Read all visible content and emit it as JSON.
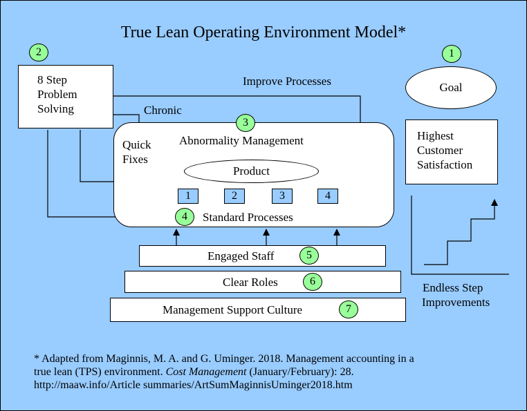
{
  "title": "True Lean Operating Environment Model*",
  "badges": {
    "n1": "1",
    "n2": "2",
    "n3": "3",
    "n4": "4",
    "n5": "5",
    "n6": "6",
    "n7": "7"
  },
  "problem_solving": {
    "line1": "8 Step",
    "line2": "Problem",
    "line3": "Solving"
  },
  "goal": "Goal",
  "customer": {
    "line1": "Highest",
    "line2": "Customer",
    "line3": "Satisfaction"
  },
  "labels": {
    "improve_processes": "Improve Processes",
    "chronic": "Chronic",
    "quick": "Quick",
    "fixes": "Fixes",
    "abnormality_management": "Abnormality Management",
    "product": "Product",
    "standard_processes": "Standard Processes",
    "endless_line1": "Endless Step",
    "endless_line2": "Improvements"
  },
  "steps": [
    "1",
    "2",
    "3",
    "4"
  ],
  "foundation": {
    "engaged_staff": "Engaged Staff",
    "clear_roles": "Clear Roles",
    "management_support_culture": "Management Support Culture"
  },
  "footnote": {
    "line1": "* Adapted from Maginnis, M. A. and G. Uminger. 2018. Management accounting in a",
    "line2a": "true lean (TPS) environment. ",
    "line2b": "Cost Management",
    "line2c": " (January/February): 28.",
    "line3": "http://maaw.info/Article summaries/ArtSumMaginnisUminger2018.htm"
  },
  "colors": {
    "background": "#99ccff",
    "badge": "#99ff99",
    "step_box": "#99ccff",
    "box": "#ffffff"
  }
}
